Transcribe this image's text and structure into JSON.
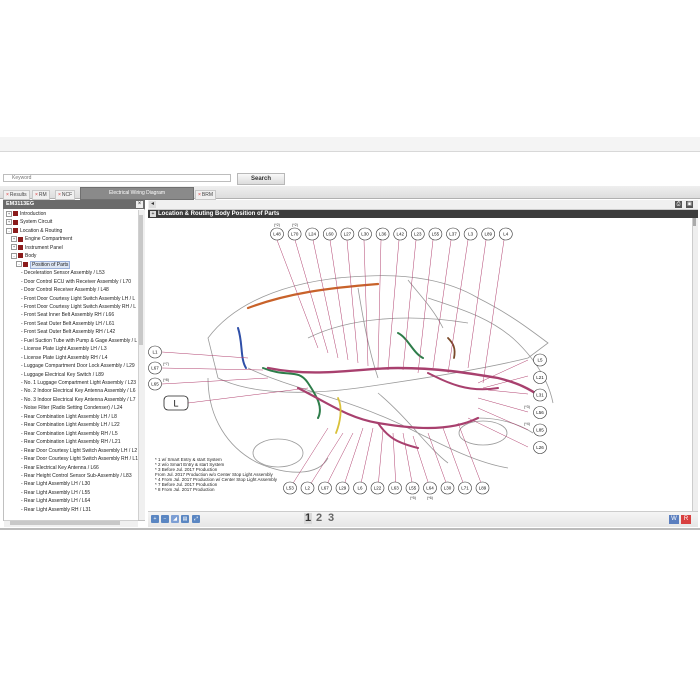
{
  "search": {
    "placeholder": "Keyword",
    "button_label": "Search"
  },
  "tabs": [
    {
      "label": "Results"
    },
    {
      "label": "RM"
    },
    {
      "label": "NCF"
    },
    {
      "label": "Electrical Wiring Diagram"
    },
    {
      "label": "BRM"
    }
  ],
  "left_panel": {
    "title": "EM3113EG",
    "close_icon": "close-icon",
    "tree": [
      {
        "label": "Introduction",
        "level": 0,
        "expander": "+"
      },
      {
        "label": "System Circuit",
        "level": 0,
        "expander": "+"
      },
      {
        "label": "Location & Routing",
        "level": 0,
        "expander": "-"
      },
      {
        "label": "Engine Compartment",
        "level": 1,
        "expander": "+"
      },
      {
        "label": "Instrument Panel",
        "level": 1,
        "expander": "+"
      },
      {
        "label": "Body",
        "level": 1,
        "expander": "-"
      },
      {
        "label": "Position of Parts",
        "level": 2,
        "expander": "-"
      },
      {
        "label": "- Deceleration Sensor Assembly / L53",
        "level": 3
      },
      {
        "label": "- Door Control ECU with Receiver Assembly / L70",
        "level": 3
      },
      {
        "label": "- Door Control Receiver Assembly / L48",
        "level": 3
      },
      {
        "label": "- Front Door Courtesy Light Switch Assembly LH / L",
        "level": 3
      },
      {
        "label": "- Front Door Courtesy Light Switch Assembly RH / L",
        "level": 3
      },
      {
        "label": "- Front Seat Inner Belt Assembly RH / L66",
        "level": 3
      },
      {
        "label": "- Front Seat Outer Belt Assembly LH / L61",
        "level": 3
      },
      {
        "label": "- Front Seat Outer Belt Assembly RH / L42",
        "level": 3
      },
      {
        "label": "- Fuel Suction Tube with Pump & Gage Assembly / L",
        "level": 3
      },
      {
        "label": "- License Plate Light Assembly LH / L3",
        "level": 3
      },
      {
        "label": "- License Plate Light Assembly RH / L4",
        "level": 3
      },
      {
        "label": "- Luggage Compartment Door Lock Assembly / L29",
        "level": 3
      },
      {
        "label": "- Luggage Electrical Key Switch / L89",
        "level": 3
      },
      {
        "label": "- No. 1 Luggage Compartment Light Assembly / L23",
        "level": 3
      },
      {
        "label": "- No. 2 Indoor Electrical Key Antenna Assembly / L6",
        "level": 3
      },
      {
        "label": "- No. 3 Indoor Electrical Key Antenna Assembly / L7",
        "level": 3
      },
      {
        "label": "- Noise Filter (Radio Setting Condenser) / L24",
        "level": 3
      },
      {
        "label": "- Rear Combination Light Assembly LH / L8",
        "level": 3
      },
      {
        "label": "- Rear Combination Light Assembly LH / L22",
        "level": 3
      },
      {
        "label": "- Rear Combination Light Assembly RH / L5",
        "level": 3
      },
      {
        "label": "- Rear Combination Light Assembly RH / L21",
        "level": 3
      },
      {
        "label": "- Rear Door Courtesy Light Switch Assembly LH / L2",
        "level": 3
      },
      {
        "label": "- Rear Door Courtesy Light Switch Assembly RH / L1",
        "level": 3
      },
      {
        "label": "- Rear Electrical Key Antenna / L66",
        "level": 3
      },
      {
        "label": "- Rear Height Control Sensor Sub-Assembly / L83",
        "level": 3
      },
      {
        "label": "- Rear Light Assembly LH / L30",
        "level": 3
      },
      {
        "label": "- Rear Light Assembly LH / L55",
        "level": 3
      },
      {
        "label": "- Rear Light Assembly LH / L64",
        "level": 3
      },
      {
        "label": "- Rear Light Assembly RH / L31",
        "level": 3
      }
    ]
  },
  "diagram": {
    "title": "Location & Routing  Body  Position of Parts",
    "top_connectors": [
      "L48",
      "L70",
      "L24",
      "L60",
      "L27",
      "L30",
      "L36",
      "L42",
      "L23",
      "L55",
      "L37",
      "L3",
      "L89",
      "L4"
    ],
    "top_notes": [
      "(*2)",
      "(*2)"
    ],
    "left_connectors": [
      "L1",
      "L67",
      "L65"
    ],
    "left_notes": [
      "(*7)",
      "(*8)"
    ],
    "big_label": "L",
    "right_connectors": [
      "L5",
      "L21",
      "L31",
      "L56",
      "L85",
      "L26"
    ],
    "right_notes": [
      "(*3)",
      "(*4)"
    ],
    "bottom_connectors": [
      "L53",
      "L2",
      "L67",
      "L29",
      "L6",
      "L22",
      "L63",
      "L55",
      "L64",
      "L30",
      "L71",
      "L89"
    ],
    "bottom_notes": [
      "(*5)",
      "(*6)"
    ],
    "notes": [
      "* 1 w/ Smart Entry & start System",
      "* 2 w/o Smart Entry & start System",
      "* 3 Before Jul. 2017 Production",
      "   From Jul. 2017 Production w/o Center Stop Light Assembly",
      "* 4 From Jul. 2017 Production w/ Center Stop Light Assembly",
      "* 7 Before Jul. 2017 Production",
      "* 8 From Jul. 2017 Production"
    ]
  },
  "pagination": {
    "pages": [
      "1",
      "2",
      "3"
    ],
    "current": "1"
  },
  "toolbar": {
    "print_icon": "print-icon",
    "save_icon": "save-icon"
  },
  "colors": {
    "harness_pink": "#a8406e",
    "harness_orange": "#c8622a",
    "harness_green": "#2e7d4a",
    "harness_blue": "#2f4fa8",
    "title_bar": "#3c3c3c"
  }
}
